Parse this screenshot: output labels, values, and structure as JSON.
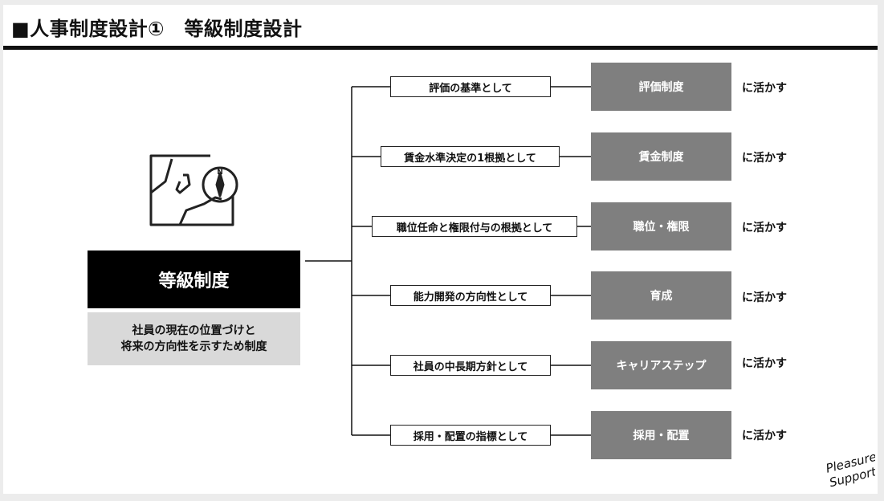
{
  "title": "■人事制度設計①　等級制度設計",
  "main": {
    "label": "等級制度",
    "description_lines": [
      "社員の現在の位置づけと",
      "将来の方向性を示すため制度"
    ],
    "icon": "map-compass-icon"
  },
  "suffix_text": "に活かす",
  "branches": [
    {
      "pill": "評価の基準として",
      "target": "評価制度"
    },
    {
      "pill": "賃金水準決定の1根拠として",
      "target": "賃金制度"
    },
    {
      "pill": "職位任命と権限付与の根拠として",
      "target": "職位・権限"
    },
    {
      "pill": "能力開発の方向性として",
      "target": "育成"
    },
    {
      "pill": "社員の中長期方針として",
      "target": "キャリアステップ"
    },
    {
      "pill": "採用・配置の指標として",
      "target": "採用・配置"
    }
  ],
  "logo": {
    "line1": "Pleasure",
    "line2": "Support"
  },
  "colors": {
    "main_box": "#000000",
    "desc_box": "#d9d9d9",
    "target_box": "#7f7f7f",
    "rule": "#111111"
  }
}
